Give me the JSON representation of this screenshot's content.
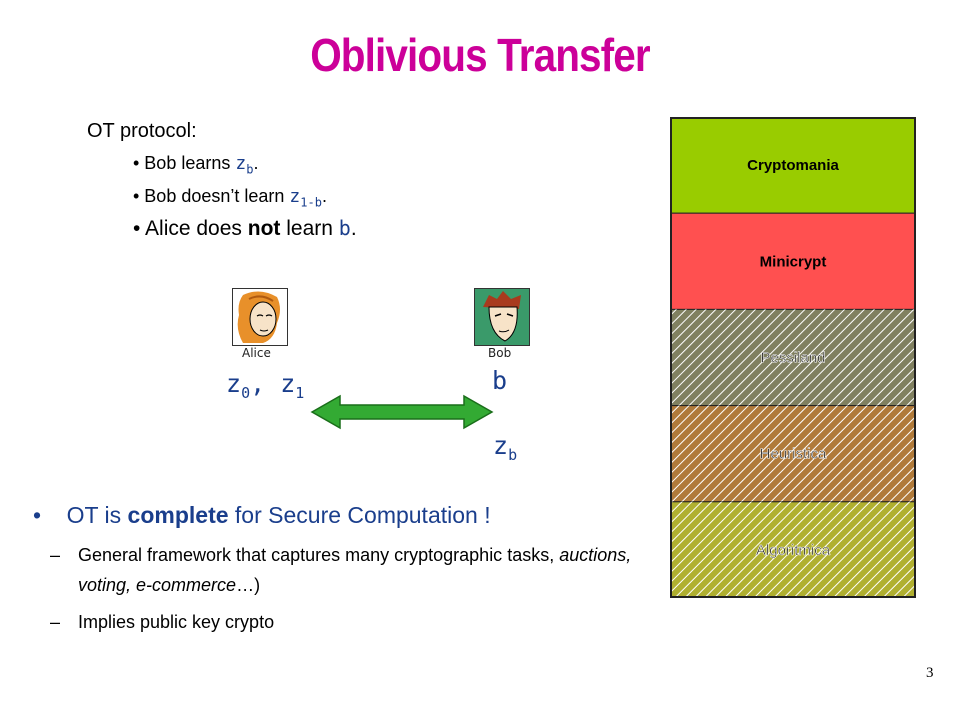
{
  "title": "Oblivious Transfer",
  "protocol": {
    "heading": "OT protocol:",
    "bullet1": {
      "pre": "• Bob learns ",
      "var": "z",
      "sub": "b",
      "post": "."
    },
    "bullet2": {
      "pre": "• Bob doesn’t learn ",
      "var": "z",
      "sub": "1-b",
      "post": "."
    },
    "bullet3": {
      "pre": "• Alice does ",
      "bold": "not",
      "mid": " learn ",
      "var": "b",
      "post": "."
    }
  },
  "participants": {
    "alice_label": "Alice",
    "bob_label": "Bob",
    "alice_vars": {
      "z0": "z",
      "s0": "0",
      "sep": ", ",
      "z1": "z",
      "s1": "1"
    },
    "bob_var": "b",
    "output": {
      "var": "z",
      "sub": "b"
    }
  },
  "points": {
    "main": {
      "bullet": "•",
      "pre": "OT is ",
      "bold": "complete",
      "post": " for Secure Computation !"
    },
    "sub1": {
      "dash": "–",
      "pre": "General framework that captures many cryptographic tasks, ",
      "italic": "auctions, voting, e-commerce",
      "post": "…)"
    },
    "sub2": {
      "dash": "–",
      "text": "Implies public key crypto"
    }
  },
  "worlds": [
    {
      "name": "Cryptomania",
      "color": "#99cc00",
      "bold": true
    },
    {
      "name": "Minicrypt",
      "color": "#ff5050",
      "bold": true
    },
    {
      "name": "Pessiland",
      "color": "#808060",
      "bold": false
    },
    {
      "name": "Heuristica",
      "color": "#b07a3a",
      "bold": false
    },
    {
      "name": "Algoritmica",
      "color": "#b0b030",
      "bold": false
    }
  ],
  "page_number": "3"
}
